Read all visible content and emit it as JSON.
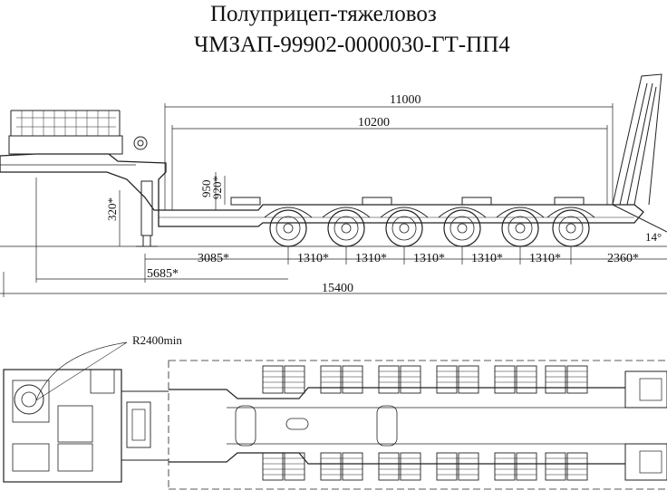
{
  "title_line1": "Полуприцеп-тяжеловоз",
  "title_line2": "ЧМЗАП-99902-0000030-ГТ-ПП4",
  "dimensions": {
    "overall_loading": "11000",
    "platform": "10200",
    "height_950": "950",
    "height_920": "920*",
    "height_320": "320*",
    "kingpin_to_axle": "3085*",
    "axle_spacing": [
      "1310*",
      "1310*",
      "1310*",
      "1310*",
      "1310*"
    ],
    "rear_overhang": "2360*",
    "front_to_axle": "5685*",
    "total_length": "15400",
    "ramp_angle": "14°",
    "turning_radius": "R2400min"
  },
  "axle_count": 6
}
